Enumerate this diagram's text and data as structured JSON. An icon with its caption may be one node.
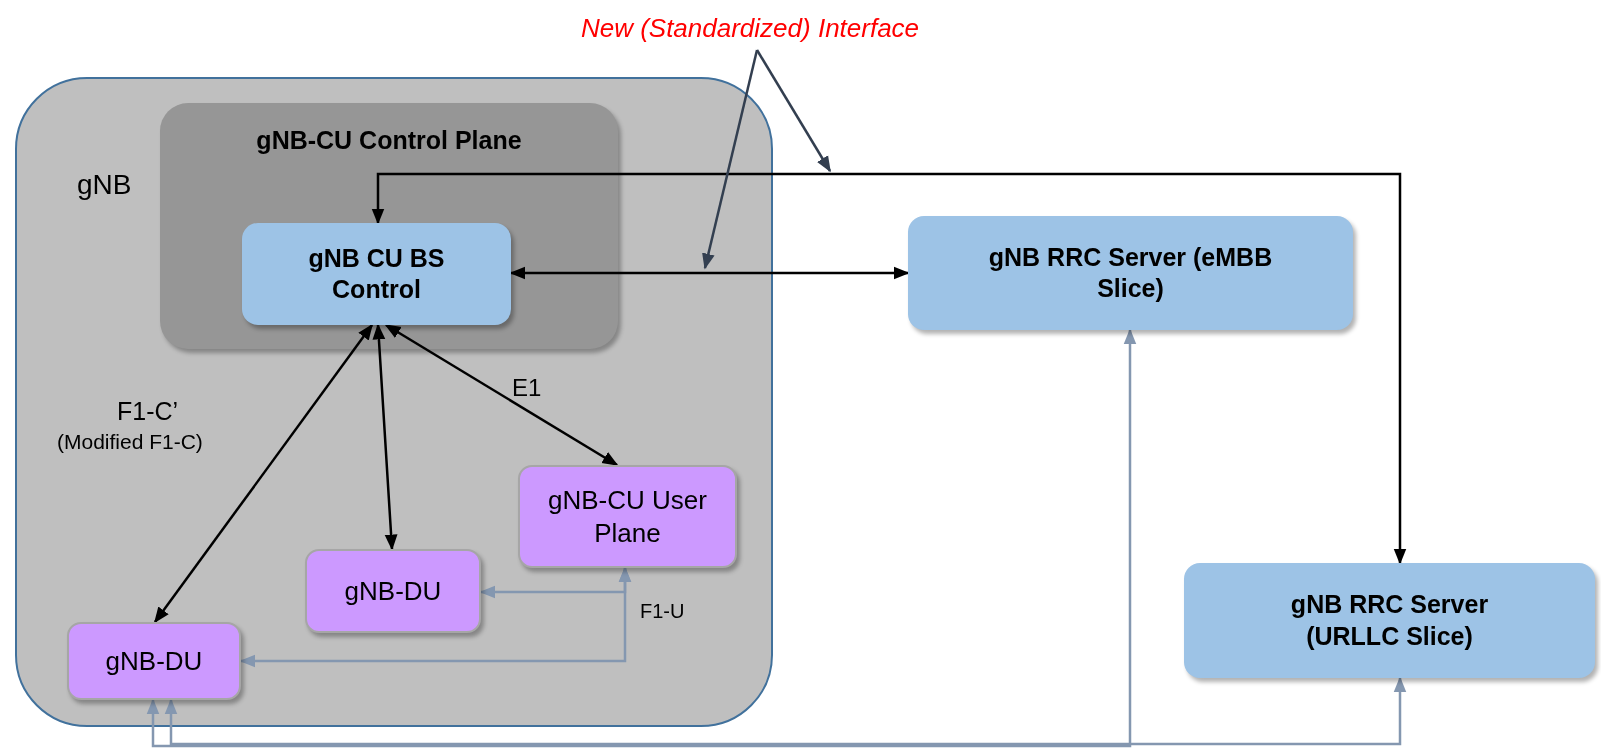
{
  "diagram": {
    "nodes": [
      {
        "text": [
          "gNB"
        ]
      },
      {
        "text": [
          "gNB-CU Control Plane"
        ],
        "in": 0
      },
      {
        "text": [
          "gNB CU BS Control"
        ],
        "in": 1
      },
      {
        "text": [
          "gNB-CU User Plane"
        ],
        "in": 0
      },
      {
        "text": [
          "gNB-DU"
        ],
        "in": 0
      },
      {
        "text": [
          "gNB-DU"
        ],
        "in": 0
      },
      {
        "text": [
          "gNB RRC Server (eMBB Slice)"
        ]
      },
      {
        "text": [
          "gNB RRC Server (URLLC Slice)"
        ]
      },
      {
        "text": [
          "New (Standardized) Interface"
        ]
      }
    ],
    "edges": [
      {
        "from": 2,
        "to": 6,
        "arrow": "both"
      },
      {
        "from": 2,
        "to": 7,
        "arrow": "both"
      },
      {
        "from": 2,
        "to": 5,
        "arrow": "both"
      },
      {
        "from": 2,
        "to": 4,
        "arrow": "both"
      },
      {
        "from": 2,
        "to": 3,
        "arrow": "both",
        "label": "E1"
      },
      {
        "from": 3,
        "to": 4,
        "arrow": "both",
        "color": "#8497b0"
      },
      {
        "from": 3,
        "to": 5,
        "arrow": "both",
        "color": "#8497b0",
        "label": "F1-U"
      },
      {
        "from": 5,
        "to": 6,
        "arrow": "both",
        "color": "#8497b0"
      },
      {
        "from": 5,
        "to": 7,
        "arrow": "both",
        "color": "#8497b0"
      },
      {
        "from": 8,
        "to": null,
        "arrow": "to",
        "color": "#333f50"
      },
      {
        "from": 8,
        "to": null,
        "arrow": "to",
        "color": "#333f50"
      }
    ],
    "labels": [
      "F1-C’",
      "(Modified F1-C)"
    ]
  }
}
